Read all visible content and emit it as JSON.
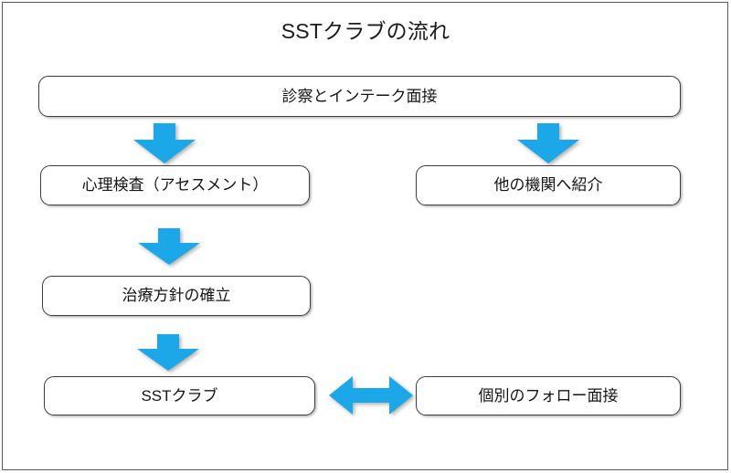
{
  "diagram": {
    "title": "SSTクラブの流れ",
    "accent_color": "#1CA8E8",
    "border_color": "#3d3d3d",
    "frame_color": "#58595b",
    "text_color": "#141414",
    "nodes": [
      {
        "id": "intake",
        "label": "診察とインテーク面接"
      },
      {
        "id": "assessment",
        "label": "心理検査（アセスメント）"
      },
      {
        "id": "referral",
        "label": "他の機関へ紹介"
      },
      {
        "id": "plan",
        "label": "治療方針の確立"
      },
      {
        "id": "sstclub",
        "label": "SSTクラブ"
      },
      {
        "id": "followup",
        "label": "個別のフォロー面接"
      }
    ],
    "arrows": [
      {
        "id": "intake-to-assessment",
        "icon": "arrow-down-icon",
        "direction": "down"
      },
      {
        "id": "intake-to-referral",
        "icon": "arrow-down-icon",
        "direction": "down"
      },
      {
        "id": "assessment-to-plan",
        "icon": "arrow-down-icon",
        "direction": "down"
      },
      {
        "id": "plan-to-sstclub",
        "icon": "arrow-down-icon",
        "direction": "down"
      },
      {
        "id": "sstclub-followup",
        "icon": "arrow-left-right-icon",
        "direction": "both"
      }
    ]
  }
}
